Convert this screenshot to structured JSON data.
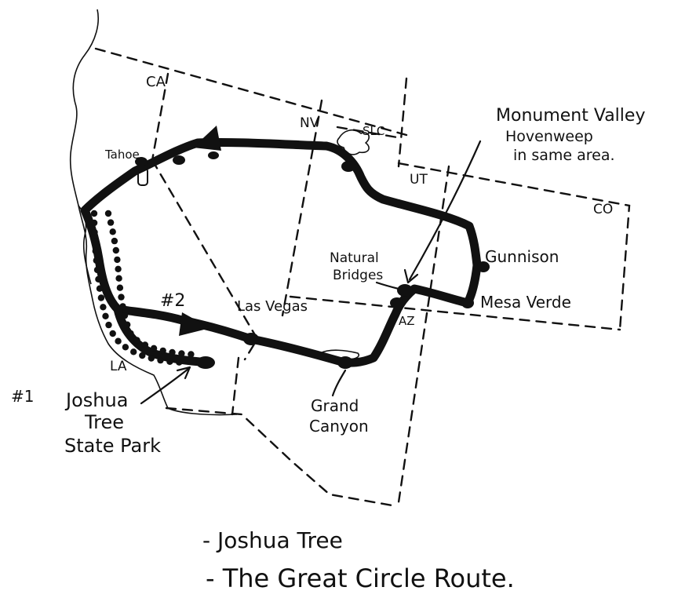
{
  "map": {
    "state_labels": {
      "ca": "CA",
      "nv": "NV",
      "ut": "UT",
      "co": "CO",
      "az": "AZ"
    },
    "places": {
      "tahoe": "Tahoe",
      "slc": "SLC",
      "la": "LA",
      "las_vegas": "Las Vegas",
      "gunnison": "Gunnison",
      "mesa_verde": "Mesa Verde",
      "natural_bridges_1": "Natural",
      "natural_bridges_2": "Bridges",
      "grand_canyon_1": "Grand",
      "grand_canyon_2": "Canyon"
    },
    "callouts": {
      "monument_valley_1": "Monument Valley",
      "monument_valley_2": "Hovenweep",
      "monument_valley_3": "in same area.",
      "route1_number": "#1",
      "joshua_tree_1": "Joshua",
      "joshua_tree_2": "Tree",
      "joshua_tree_3": "State Park",
      "route2_number": "#2"
    },
    "legend": {
      "item1": "- Joshua Tree",
      "item2": "- The Great Circle Route."
    }
  }
}
